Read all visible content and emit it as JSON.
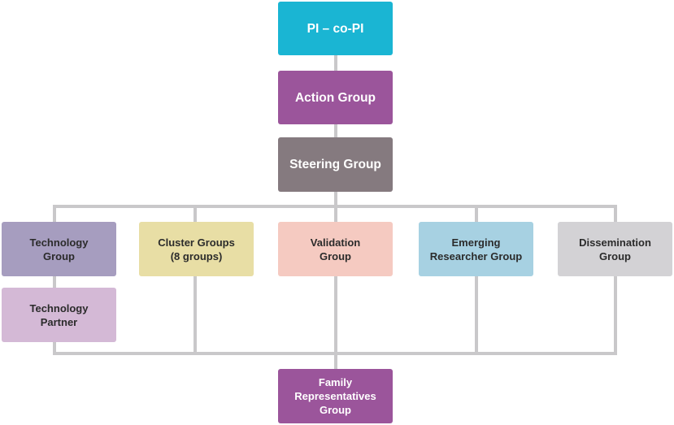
{
  "colors": {
    "connector": "#c9c8ca",
    "pi": "#1ab5d3",
    "action": "#9b559b",
    "steering": "#857a7f",
    "technology_group": "#a69dbf",
    "cluster": "#e8dea5",
    "validation": "#f5cac1",
    "emerging": "#a7d1e2",
    "dissemination": "#d3d2d5",
    "technology_partner": "#d4b9d6",
    "family": "#9b559b"
  },
  "nodes": {
    "pi": {
      "label": "PI – co-PI"
    },
    "action": {
      "label": "Action Group"
    },
    "steering": {
      "label": "Steering Group"
    },
    "technology_group": {
      "label": "Technology\nGroup"
    },
    "cluster": {
      "label": "Cluster Groups\n(8 groups)"
    },
    "validation": {
      "label": "Validation\nGroup"
    },
    "emerging": {
      "label": "Emerging\nResearcher Group"
    },
    "dissemination": {
      "label": "Dissemination\nGroup"
    },
    "technology_partner": {
      "label": "Technology\nPartner"
    },
    "family": {
      "label": "Family\nRepresentatives\nGroup"
    }
  }
}
